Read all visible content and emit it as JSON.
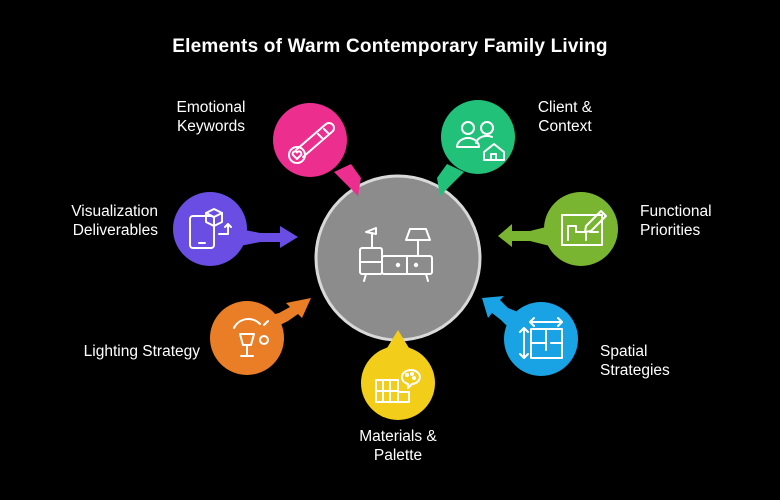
{
  "title": "Elements of Warm Contemporary Family Living",
  "hub": {
    "icon": "living-room-furniture-icon",
    "color": "#8c8c8c"
  },
  "nodes": [
    {
      "id": "emotional-keywords",
      "lines": [
        "Emotional",
        "Keywords"
      ],
      "color": "#ec2f8f",
      "icon": "heart-thermometer-icon"
    },
    {
      "id": "client-context",
      "lines": [
        "Client &",
        "Context"
      ],
      "color": "#21c179",
      "icon": "people-house-icon"
    },
    {
      "id": "functional-priorities",
      "lines": [
        "Functional",
        "Priorities"
      ],
      "color": "#7ab531",
      "icon": "blueprint-pencil-icon"
    },
    {
      "id": "spatial-strategies",
      "lines": [
        "Spatial",
        "Strategies"
      ],
      "color": "#1aa3e4",
      "icon": "floorplan-measure-icon"
    },
    {
      "id": "materials-palette",
      "lines": [
        "Materials &",
        "Palette"
      ],
      "color": "#f2cd1a",
      "icon": "material-swatches-icon"
    },
    {
      "id": "lighting-strategy",
      "lines": [
        "Lighting Strategy"
      ],
      "color": "#e97e26",
      "icon": "lamp-light-icon"
    },
    {
      "id": "visualization-deliverables",
      "lines": [
        "Visualization",
        "Deliverables"
      ],
      "color": "#6a4de3",
      "icon": "tablet-cube-icon"
    }
  ]
}
